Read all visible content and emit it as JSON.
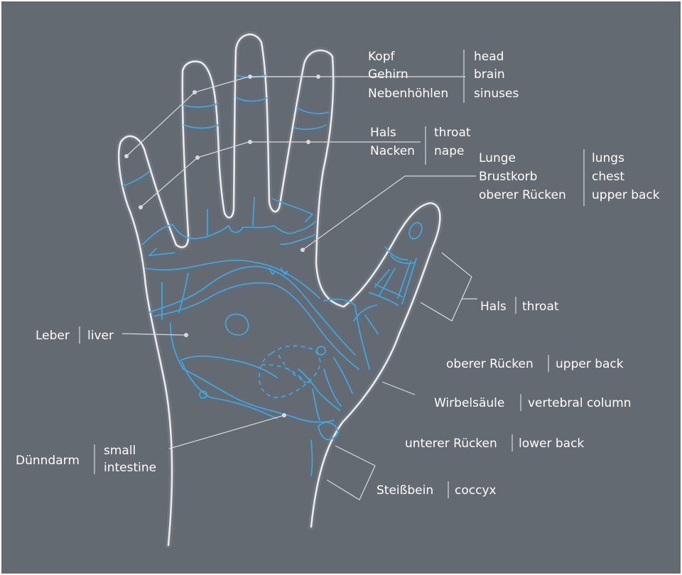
{
  "colors": {
    "background": "#636a71",
    "outline": "#e8eaed",
    "zones": "#3ea6e2",
    "text": "#ffffff"
  },
  "labels": {
    "kopf_de": [
      "Kopf",
      "Gehirn",
      "Nebenhöhlen"
    ],
    "kopf_en": [
      "head",
      "brain",
      "sinuses"
    ],
    "hals_de": [
      "Hals",
      "Nacken"
    ],
    "hals_en": [
      "throat",
      "nape"
    ],
    "lunge_de": [
      "Lunge",
      "Brustkorb",
      "oberer Rücken"
    ],
    "lunge_en": [
      "lungs",
      "chest",
      "upper back"
    ],
    "leber_de": "Leber",
    "leber_en": "liver",
    "duenndarm_de": "Dünndarm",
    "duenndarm_en": [
      "small",
      "intestine"
    ],
    "spine_hals_de": "Hals",
    "spine_hals_en": "throat",
    "spine_upper_de": "oberer Rücken",
    "spine_upper_en": "upper back",
    "spine_col_de": "Wirbelsäule",
    "spine_col_en": "vertebral column",
    "spine_lower_de": "unterer Rücken",
    "spine_lower_en": "lower back",
    "spine_coccyx_de": "Steißbein",
    "spine_coccyx_en": "coccyx"
  }
}
